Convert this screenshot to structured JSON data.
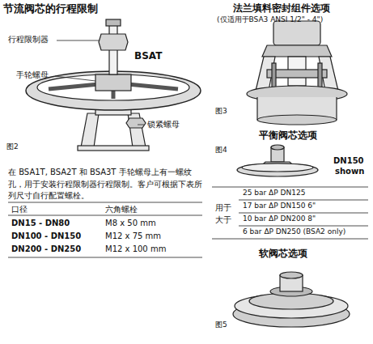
{
  "diagram": {
    "labels": [
      "节流阀芯的行程限制",
      "行程限制器",
      "BSAT",
      "手轮螺母",
      "锁紧螺母",
      "图2",
      "在 BSA1T, BSA2T 和 BSA3T 手轮螺母上有一螺纹孔，用于安装行程限制器行程限制。客户可根据下表所列尺寸自行配置螺栓。",
      "口径",
      "六角螺栓",
      "DN15 - DN80",
      "M8 x 50 mm",
      "DN100 - DN150",
      "M12 x 75 mm",
      "DN200 - DN250",
      "M12 x 100 mm",
      "法兰填料密封组件选项",
      "(仅适用于BSA3 ANSI 1/2\" - 4\")",
      "图3",
      "平衡阀芯选项",
      "图4",
      "DN150",
      "shown",
      "用于 大于",
      "25 bar ΔP DN125",
      "17 bar ΔP DN150 6\"",
      "10 bar ΔP DN200 8\"",
      "6 bar ΔP DN250 (BSA2 only)",
      "软阀芯选项",
      "图5"
    ]
  }
}
